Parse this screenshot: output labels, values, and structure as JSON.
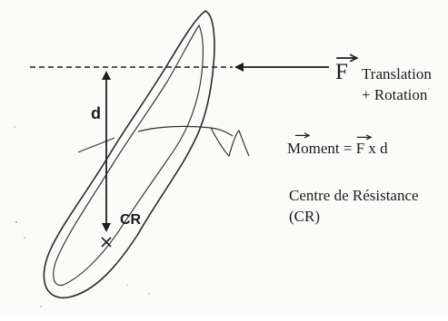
{
  "force": {
    "symbol": "F",
    "effect_line1": "Translation",
    "effect_line2": "+ Rotation"
  },
  "distance_label": "d",
  "centre_label": "CR",
  "moment": {
    "word": "Moment",
    "equals": " = ",
    "symbol": "F",
    "times_d": " x d"
  },
  "centre_definition": {
    "line1": "Centre de Résistance",
    "line2": "(CR)"
  },
  "colors": {
    "ink": "#1e1e1e",
    "paper": "#fbfbfa"
  }
}
